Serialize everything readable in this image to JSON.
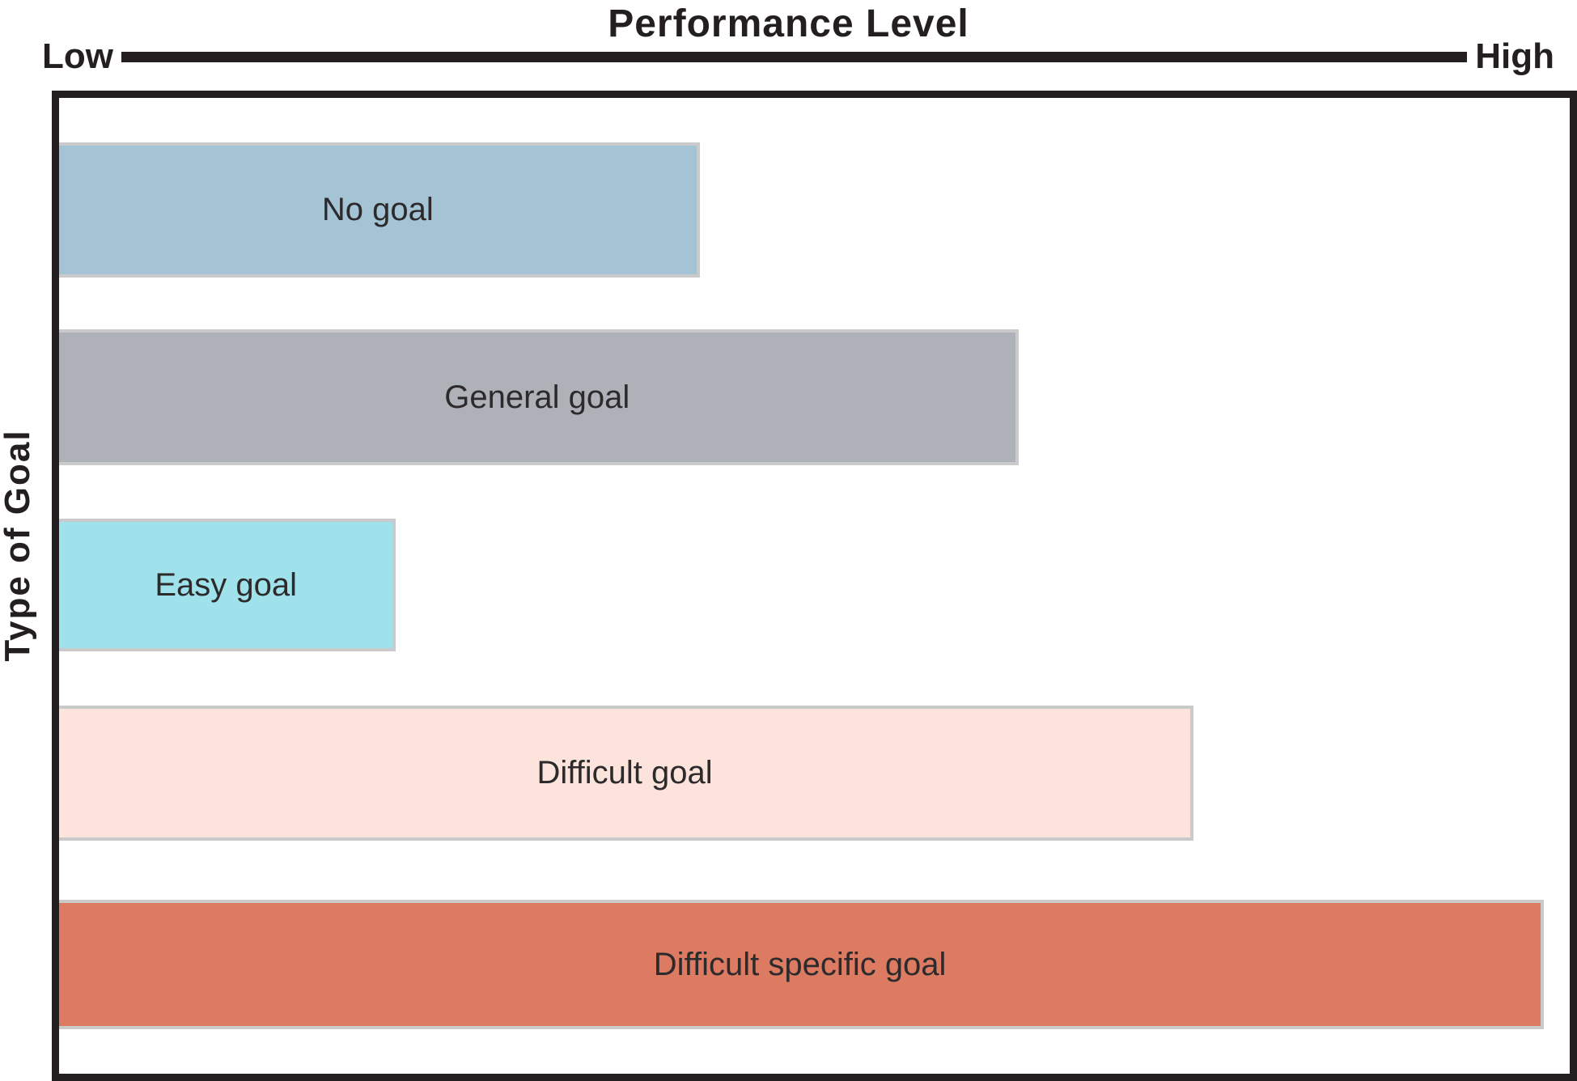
{
  "figure": {
    "title": "Performance Level",
    "x_axis_low_label": "Low",
    "x_axis_high_label": "High",
    "y_axis_label": "Type of Goal"
  },
  "colors": {
    "ink": "#231f20",
    "bar_edge": "#c9cac9",
    "bar_label_text": "#2d2a2b",
    "background": "#ffffff"
  },
  "chart_data": {
    "type": "bar",
    "orientation": "horizontal",
    "title": "Performance Level",
    "xlabel": "Performance Level",
    "ylabel": "Type of Goal",
    "x_axis": {
      "min_label": "Low",
      "max_label": "High",
      "range_pct": [
        0,
        100
      ],
      "gridlines": false,
      "ticks": "none (qualitative axis)"
    },
    "legend": "none",
    "categories": [
      "No goal",
      "General goal",
      "Easy goal",
      "Difficult goal",
      "Difficult specific goal"
    ],
    "values_pct_of_axis": [
      42.4,
      63.5,
      22.3,
      75.1,
      98.3
    ],
    "bars": [
      {
        "label": "No goal",
        "value_pct": 42.4,
        "color": "#a4c3d5"
      },
      {
        "label": "General goal",
        "value_pct": 63.5,
        "color": "#afb1b8"
      },
      {
        "label": "Easy goal",
        "value_pct": 22.3,
        "color": "#9fe2ec"
      },
      {
        "label": "Difficult goal",
        "value_pct": 75.1,
        "color": "#fce4dc"
      },
      {
        "label": "Difficult specific goal",
        "value_pct": 98.3,
        "color": "#dc7a62"
      }
    ],
    "notes": "Bar lengths are qualitative (no numeric ticks shown); values are percent of inner chart width"
  }
}
